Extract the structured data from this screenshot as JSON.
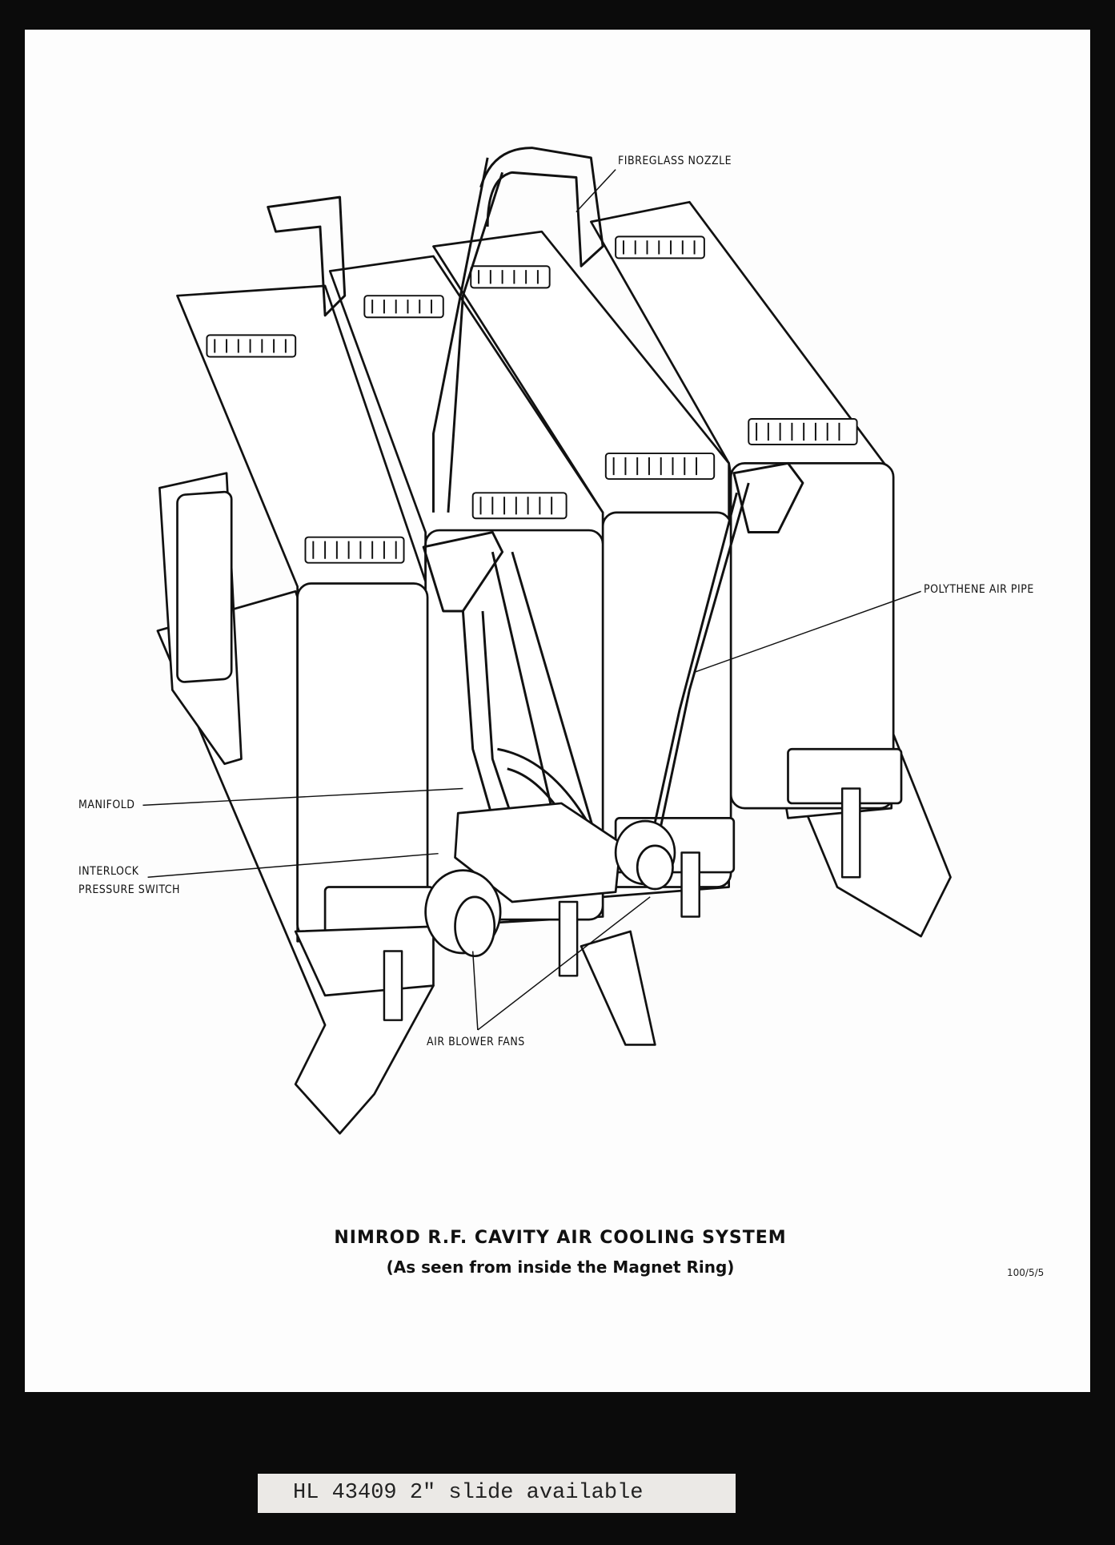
{
  "diagram": {
    "title": "NIMROD R.F. CAVITY AIR COOLING SYSTEM",
    "subtitle": "(As seen from inside the Magnet Ring)",
    "reference": "100/5/5",
    "labels": {
      "fibreglass_nozzle": "FIBREGLASS NOZZLE",
      "polythene_air_pipe": "POLYTHENE AIR PIPE",
      "manifold": "MANIFOLD",
      "interlock_line1": "INTERLOCK",
      "interlock_line2": "PRESSURE SWITCH",
      "air_blower_fans": "AIR BLOWER FANS"
    }
  },
  "slide_label": "HL 43409  2\" slide available"
}
